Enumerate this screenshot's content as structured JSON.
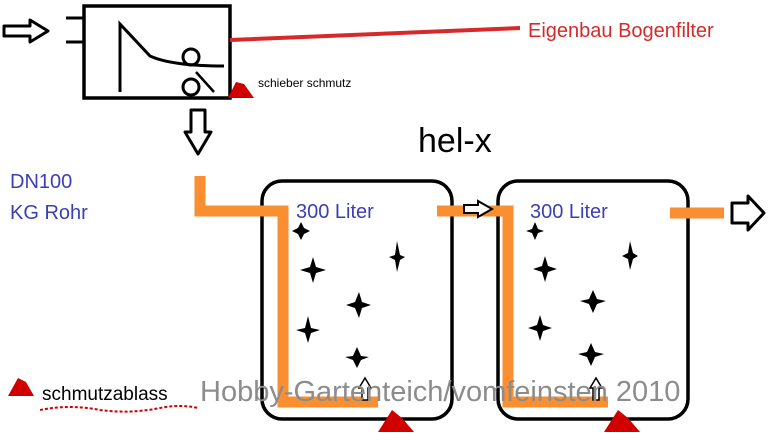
{
  "labels": {
    "filter_title": "Eigenbau Bogenfilter",
    "schieber": "schieber schmutz",
    "helx": "hel-x",
    "pipe_line1": "DN100",
    "pipe_line2": "KG Rohr",
    "tank1_volume": "300 Liter",
    "tank2_volume": "300 Liter",
    "drain": "schmutzablass",
    "watermark": "Hobby-Gartenteich/vomfeinsten 2010"
  },
  "colors": {
    "red_line": "#d62a2a",
    "label_red": "#d62a2a",
    "label_blue": "#3b3fb5",
    "pipe_orange": "#f98f30",
    "outline": "#000000",
    "valve_red": "#d00000",
    "watermark_gray": "#8c8c8c"
  },
  "icons": [
    "right-arrow-icon",
    "down-arrow-icon",
    "valve-triangle-icon",
    "media-cross-icon"
  ]
}
